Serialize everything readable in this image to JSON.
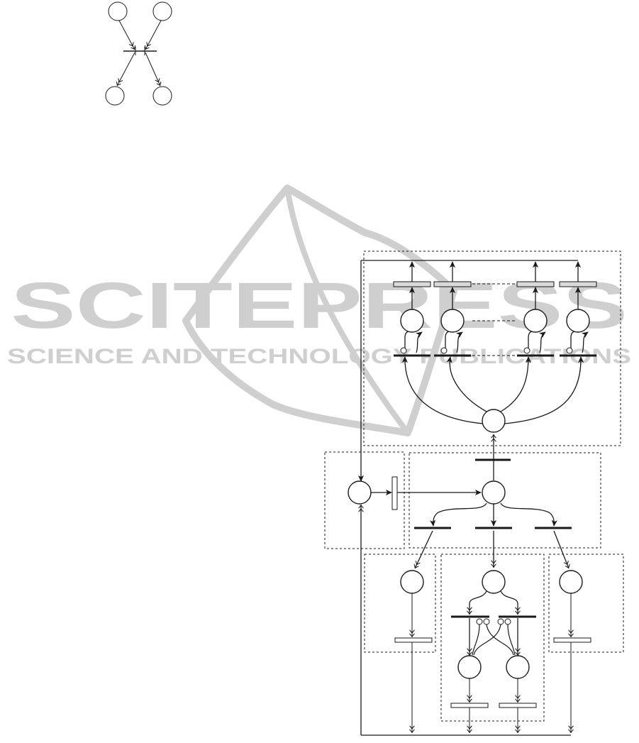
{
  "watermark": {
    "brand": "SCITEPRESS",
    "tagline": "SCIENCE AND TECHNOLOGY PUBLICATIONS",
    "color": "#cfcfcf"
  },
  "diagram_top": {
    "kind": "petri-net-fragment",
    "places": 4,
    "transitions": 2
  },
  "diagram_main": {
    "kind": "petri-net",
    "places": 12,
    "transitions": 21,
    "modules": 6,
    "line_color": "#1a1a1a",
    "transition_fill": "#d9d9d9"
  }
}
